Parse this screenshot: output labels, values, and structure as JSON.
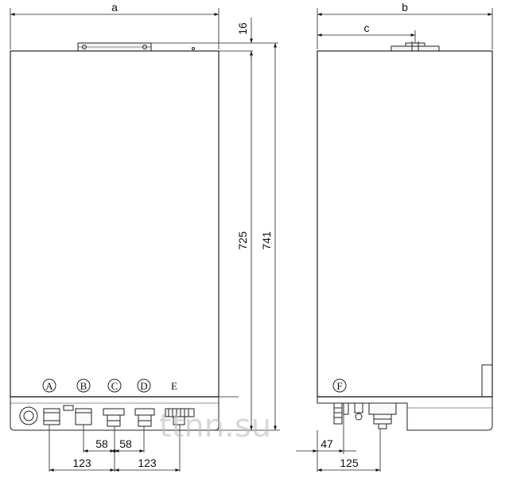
{
  "front_view": {
    "dimensions": {
      "width_label": "a",
      "top_offset_label": "16",
      "body_height_label": "725",
      "total_height_label": "741",
      "inner_spacing_left_label": "58",
      "inner_spacing_right_label": "58",
      "spacing_left_label": "123",
      "spacing_right_label": "123"
    },
    "connection_labels": [
      "A",
      "B",
      "C",
      "D",
      "E"
    ]
  },
  "side_view": {
    "dimensions": {
      "depth_label": "b",
      "flue_offset_label": "c",
      "connection_offset_label": "47",
      "depth_offset_label": "125"
    },
    "connection_labels": [
      "F"
    ]
  },
  "watermark": "ttnn.su"
}
